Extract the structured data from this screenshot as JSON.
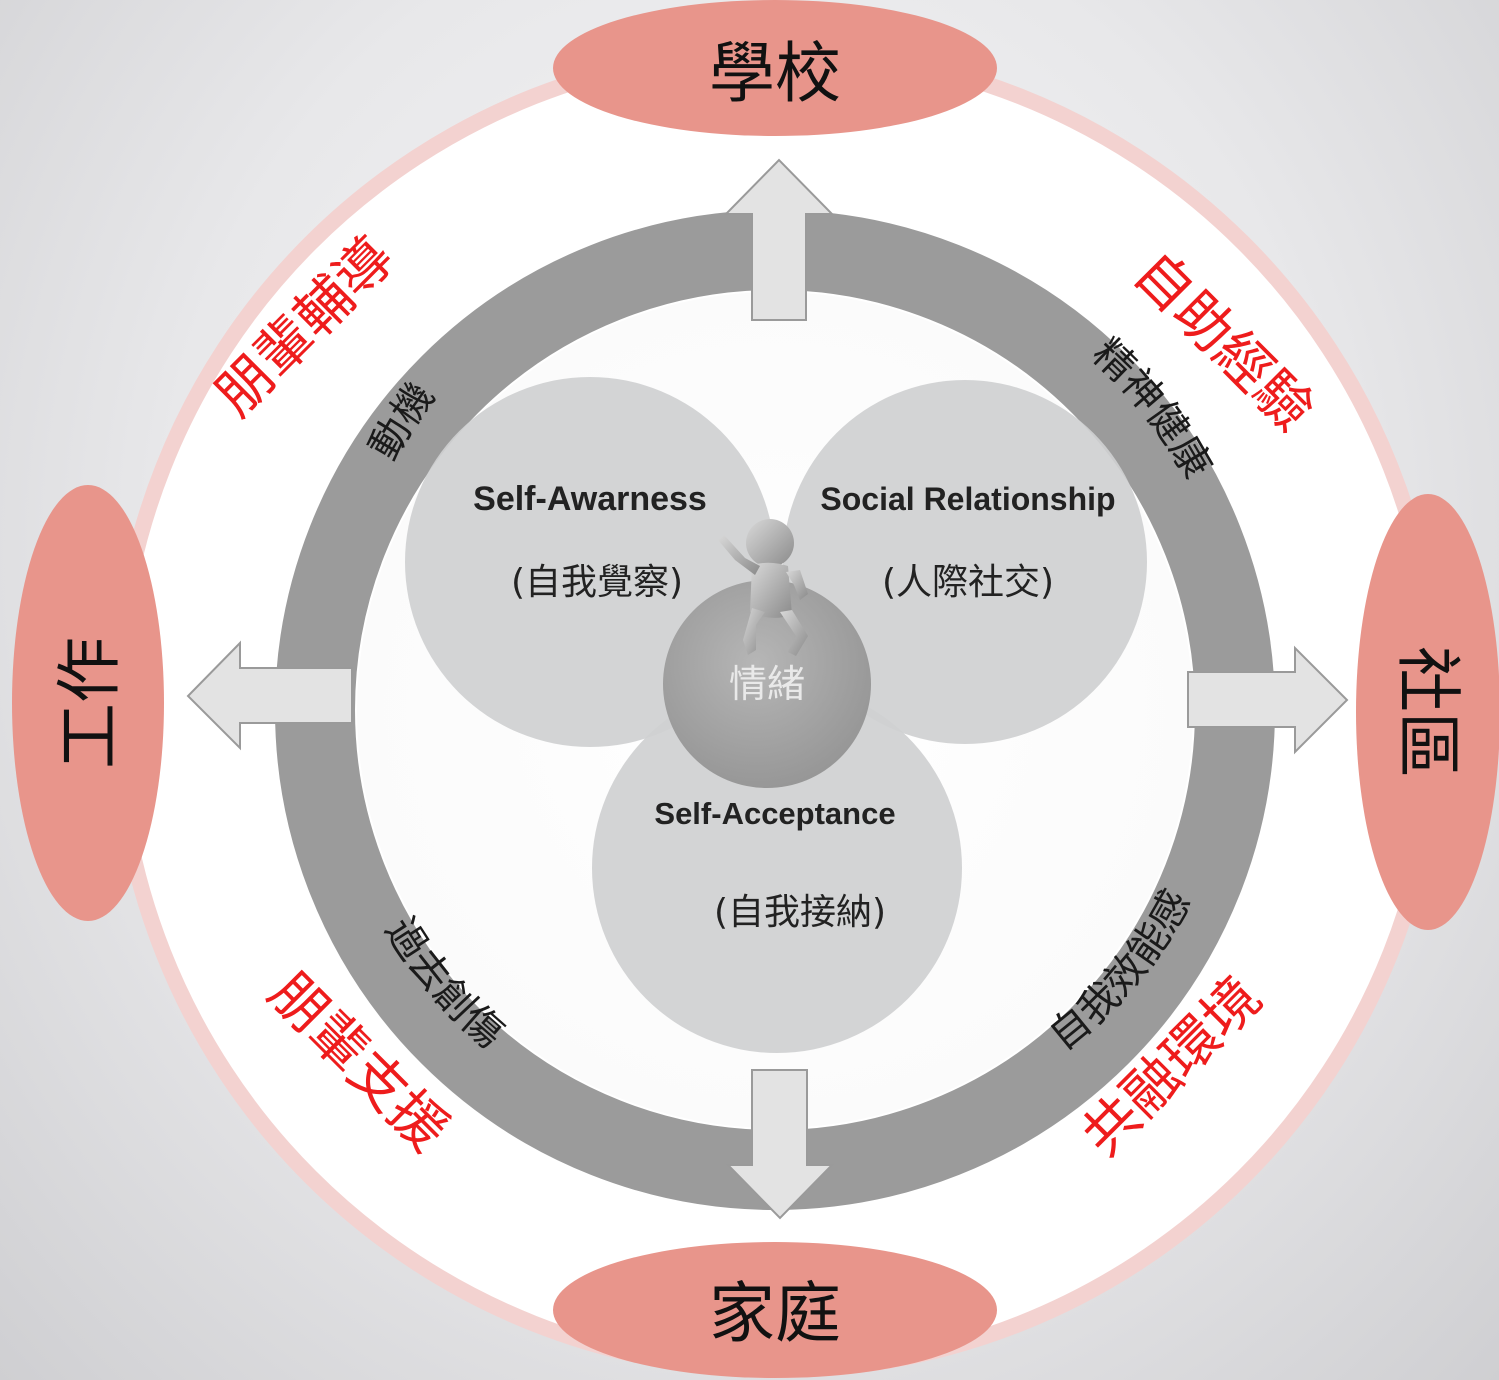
{
  "environments": {
    "top": "學校",
    "bottom": "家庭",
    "left": "工作",
    "right": "社區"
  },
  "supports": {
    "top_left": "朋輩輔導",
    "top_right": "自助經驗",
    "bottom_left": "朋輩支援",
    "bottom_right": "共融環境"
  },
  "ring_factors": {
    "top_left": "動機",
    "top_right": "精神健康",
    "bottom_left": "過去創傷",
    "bottom_right": "自我效能感"
  },
  "core": {
    "self_awareness": {
      "en": "Self-Awarness",
      "zh": "(自我覺察)"
    },
    "social_relationship": {
      "en": "Social Relationship",
      "zh": "(人際社交)"
    },
    "self_acceptance": {
      "en": "Self-Acceptance",
      "zh": "(自我接納)"
    },
    "center": "情緒"
  },
  "colors": {
    "environment_fill": "#e8958b",
    "outer_ring": "#f3d2d0",
    "support_text": "#ee1c1c",
    "inner_ring": "#9b9b9b",
    "core_circle": "#cfd0d1",
    "center_circle": "#a8a8a8",
    "arrow_fill": "#e3e3e3",
    "arrow_stroke": "#9a9a9a"
  }
}
